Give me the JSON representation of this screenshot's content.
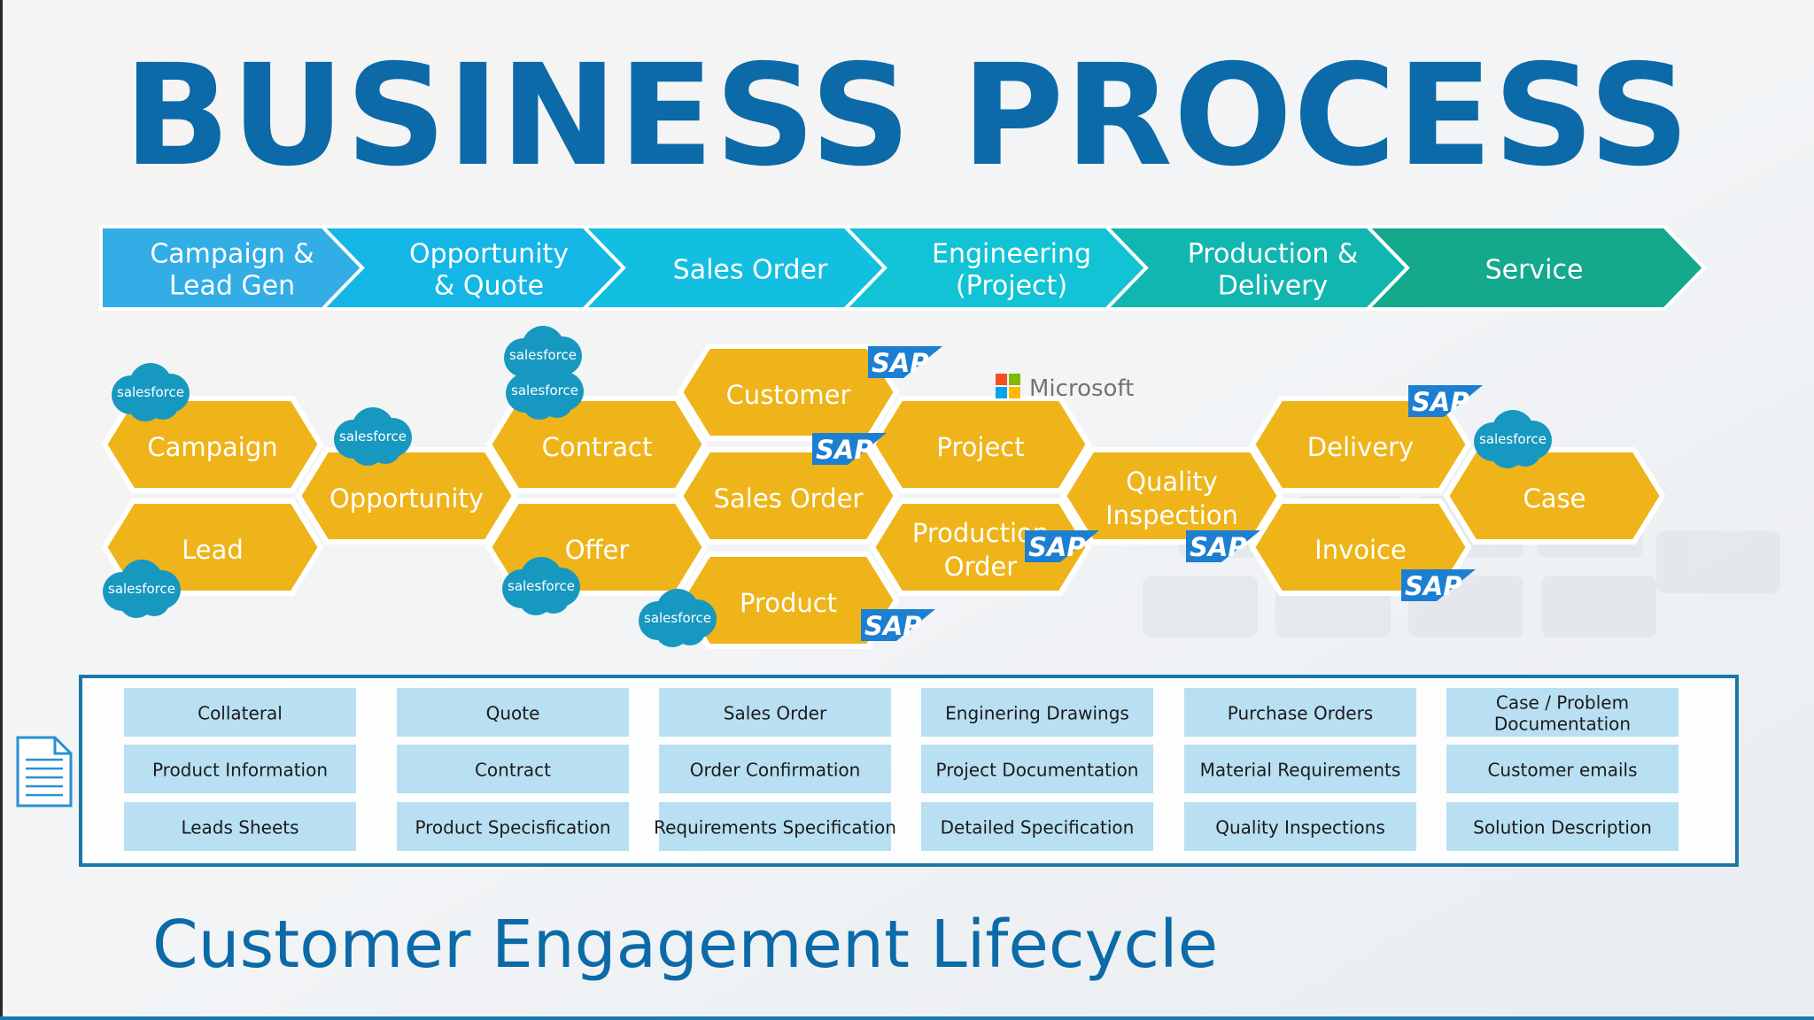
{
  "title": "BUSINESS PROCESS",
  "subtitle": "Customer Engagement Lifecycle",
  "colors": {
    "title": "#0b6aa7",
    "hexagon": "#eeb419",
    "doc_cell": "#b9dff2",
    "panel_border": "#1a78a8",
    "salesforce": "#1798c1",
    "sap": "#1c7fd1"
  },
  "stages": [
    {
      "lines": [
        "Campaign &",
        "Lead Gen"
      ],
      "color": "#32ade6"
    },
    {
      "lines": [
        "Opportunity",
        "& Quote"
      ],
      "color": "#14b6e6"
    },
    {
      "lines": [
        "Sales Order"
      ],
      "color": "#13bfe0"
    },
    {
      "lines": [
        "Engineering",
        "(Project)"
      ],
      "color": "#11c3d4"
    },
    {
      "lines": [
        "Production &",
        "Delivery"
      ],
      "color": "#12b6b0"
    },
    {
      "lines": [
        "Service"
      ],
      "color": "#14a88d"
    }
  ],
  "nodes": [
    {
      "lines": [
        "Campaign"
      ]
    },
    {
      "lines": [
        "Lead"
      ]
    },
    {
      "lines": [
        "Opportunity"
      ]
    },
    {
      "lines": [
        "Contract"
      ]
    },
    {
      "lines": [
        "Offer"
      ]
    },
    {
      "lines": [
        "Customer"
      ]
    },
    {
      "lines": [
        "Sales Order"
      ]
    },
    {
      "lines": [
        "Product"
      ]
    },
    {
      "lines": [
        "Project"
      ]
    },
    {
      "lines": [
        "Production",
        "Order"
      ]
    },
    {
      "lines": [
        "Quality",
        "Inspection"
      ]
    },
    {
      "lines": [
        "Delivery"
      ]
    },
    {
      "lines": [
        "Invoice"
      ]
    },
    {
      "lines": [
        "Case"
      ]
    }
  ],
  "logos": {
    "salesforce": "salesforce",
    "sap": "SAP",
    "microsoft": "Microsoft",
    "document_icon": "document-icon"
  },
  "documents": [
    [
      [
        "Collateral"
      ],
      [
        "Product Information"
      ],
      [
        "Leads Sheets"
      ]
    ],
    [
      [
        "Quote"
      ],
      [
        "Contract"
      ],
      [
        "Product Specisfication"
      ]
    ],
    [
      [
        "Sales Order"
      ],
      [
        "Order Confirmation"
      ],
      [
        "Requirements Specification"
      ]
    ],
    [
      [
        "Enginering Drawings"
      ],
      [
        "Project Documentation"
      ],
      [
        "Detailed Specification"
      ]
    ],
    [
      [
        "Purchase Orders"
      ],
      [
        "Material Requirements"
      ],
      [
        "Quality Inspections"
      ]
    ],
    [
      [
        "Case / Problem",
        "Documentation"
      ],
      [
        "Customer emails"
      ],
      [
        "Solution Description"
      ]
    ]
  ]
}
